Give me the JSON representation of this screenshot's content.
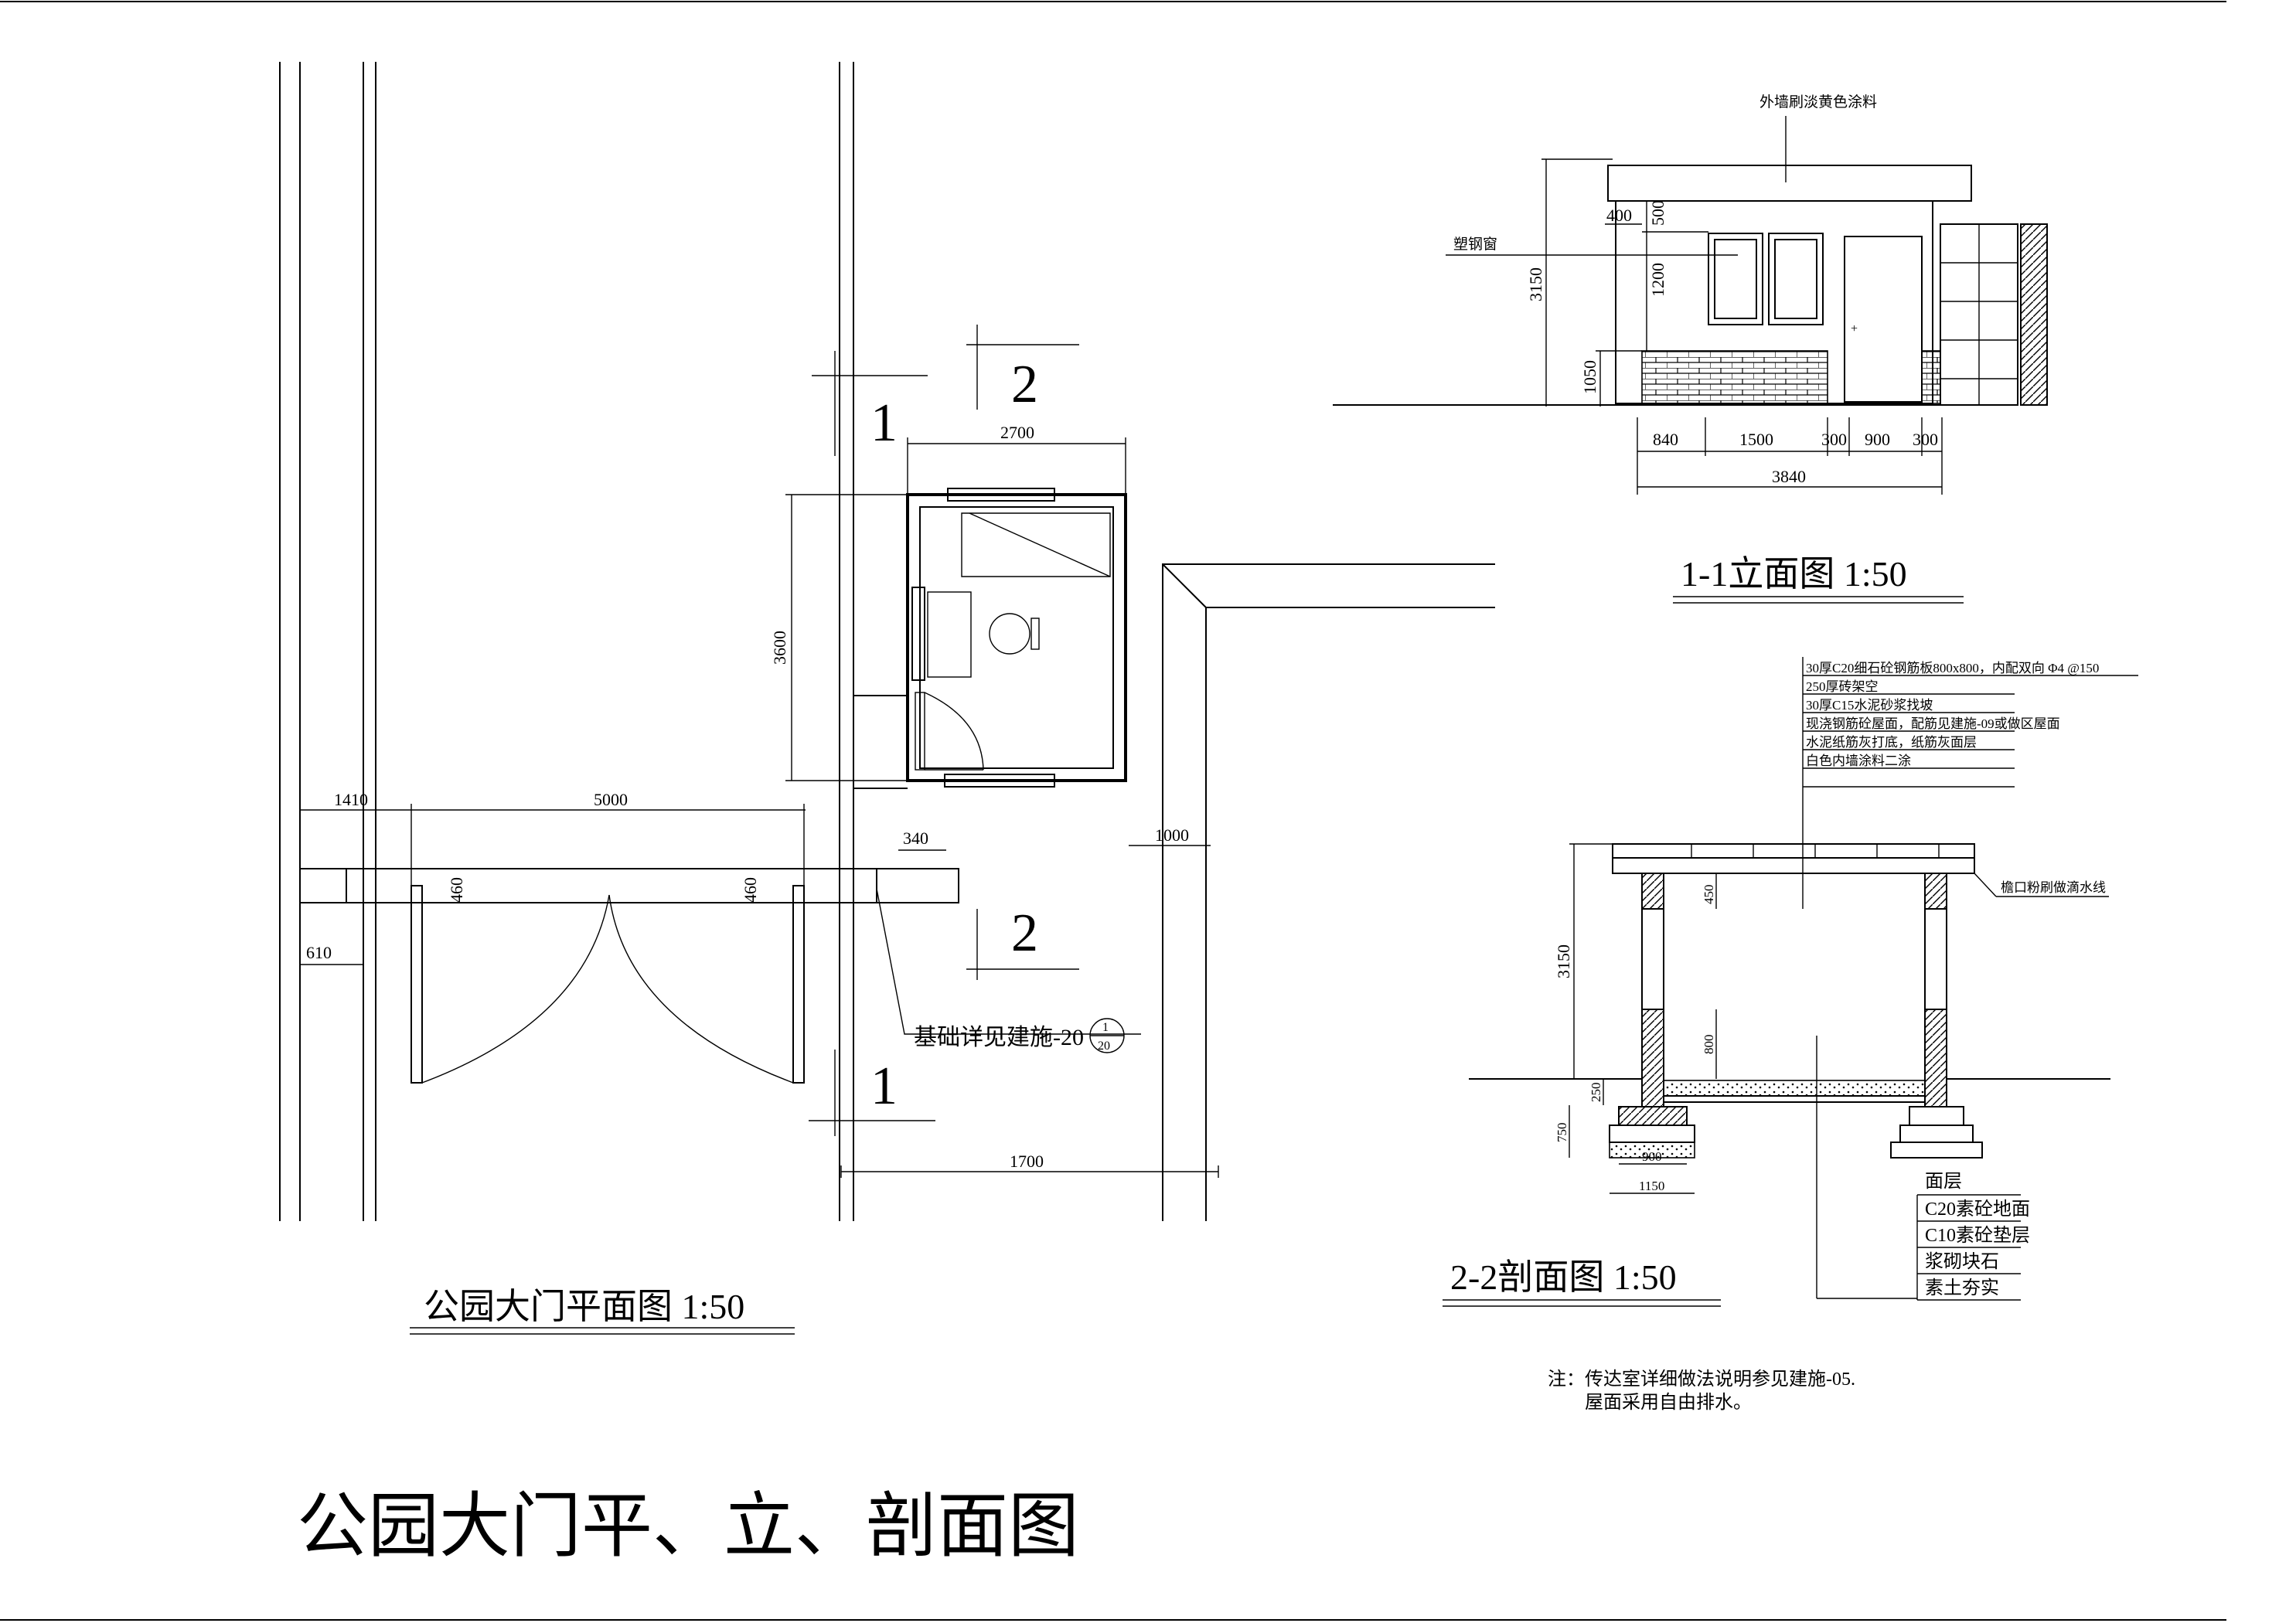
{
  "sheet": {
    "main_title": "公园大门平、立、剖面图"
  },
  "plan": {
    "title": "公园大门平面图  1:50",
    "dims": {
      "d2700": "2700",
      "d3600": "3600",
      "d1410": "1410",
      "d5000": "5000",
      "d610": "610",
      "d460a": "460",
      "d460b": "460",
      "d340": "340",
      "d1000": "1000",
      "d1700": "1700"
    },
    "section_marks": {
      "m1_top": "1",
      "m1_bottom": "1",
      "m2_top": "2",
      "m2_bottom": "2"
    },
    "foundation_note": "基础详见建施-20",
    "detail_ref_top": "1",
    "detail_ref_bottom": "20"
  },
  "elevation": {
    "title": "1-1立面图  1:50",
    "wall_paint_note": "外墙刷淡黄色涂料",
    "window_note": "塑钢窗",
    "dims": {
      "d400": "400",
      "d500": "500",
      "d1200": "1200",
      "d1050": "1050",
      "d3150": "3150",
      "d840": "840",
      "d1500": "1500",
      "d300a": "300",
      "d900": "900",
      "d300b": "300",
      "d3840": "3840"
    }
  },
  "section": {
    "title": "2-2剖面图  1:50",
    "roof_layers": [
      "30厚C20细石砼钢筋板800x800，内配双向 Φ4 @150",
      "250厚砖架空",
      "30厚C15水泥砂浆找坡",
      "现浇钢筋砼屋面，配筋见建施-09或做区屋面",
      "水泥纸筋灰打底，纸筋灰面层",
      "白色内墙涂料二涂"
    ],
    "eave_note": "檐口粉刷做滴水线",
    "floor_header": "面层",
    "floor_layers": [
      "C20素砼地面",
      "C10素砼垫层",
      "浆砌块石",
      "素土夯实"
    ],
    "dims": {
      "d3150": "3150",
      "d450": "450",
      "d800": "800",
      "d250": "250",
      "d750": "750",
      "d900": "900",
      "d1150": "1150"
    }
  },
  "notes": {
    "line1": "注：传达室详细做法说明参见建施-05.",
    "line2": "屋面采用自由排水。"
  }
}
